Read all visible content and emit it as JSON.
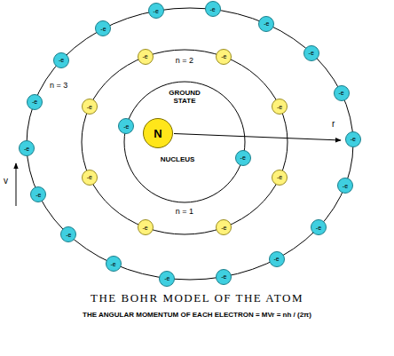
{
  "diagram": {
    "title": "THE BOHR MODEL OF THE ATOM",
    "caption": "THE ANGULAR MOMENTUM OF EACH ELECTRON = MVr = nh / (2π)",
    "nodes": [
      {
        "text": [
          "N"
        ]
      },
      {
        "text": [
          "-e"
        ]
      },
      {
        "text": [
          "-e"
        ]
      },
      {
        "text": [
          "-e"
        ]
      },
      {
        "text": [
          "-e"
        ]
      },
      {
        "text": [
          "-e"
        ]
      },
      {
        "text": [
          "-e"
        ]
      },
      {
        "text": [
          "-e"
        ]
      },
      {
        "text": [
          "-e"
        ]
      },
      {
        "text": [
          "-e"
        ]
      },
      {
        "text": [
          "-e"
        ]
      },
      {
        "text": [
          "-e"
        ]
      },
      {
        "text": [
          "-e"
        ]
      },
      {
        "text": [
          "-e"
        ]
      },
      {
        "text": [
          "-e"
        ]
      },
      {
        "text": [
          "-e"
        ]
      },
      {
        "text": [
          "-e"
        ]
      },
      {
        "text": [
          "-e"
        ]
      },
      {
        "text": [
          "-e"
        ]
      },
      {
        "text": [
          "-e"
        ]
      },
      {
        "text": [
          "-e"
        ]
      },
      {
        "text": [
          "-e"
        ]
      },
      {
        "text": [
          "-e"
        ]
      },
      {
        "text": [
          "-e"
        ]
      },
      {
        "text": [
          "-e"
        ]
      },
      {
        "text": [
          "-e"
        ]
      },
      {
        "text": [
          "-e"
        ]
      },
      {
        "text": [
          "-e"
        ]
      },
      {
        "text": [
          "-e"
        ]
      }
    ],
    "labels": [
      "n = 3",
      "v",
      "n = 2",
      "GROUND STATE",
      "NUCLEUS",
      "r",
      "n = 1"
    ]
  }
}
